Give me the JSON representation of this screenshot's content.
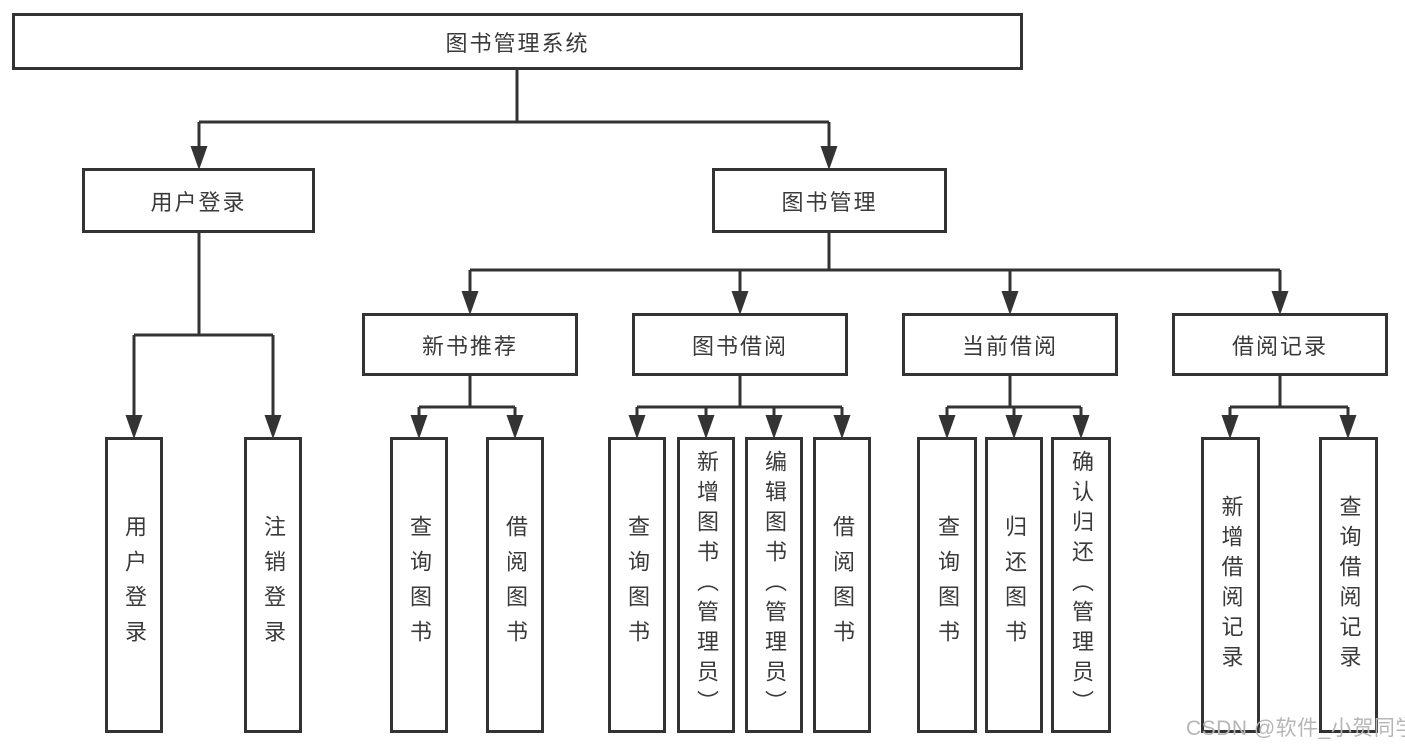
{
  "diagram": {
    "root": {
      "label": "图书管理系统"
    },
    "branches": [
      {
        "label": "用户登录",
        "children": [
          {
            "label": "用户登录"
          },
          {
            "label": "注销登录"
          }
        ]
      },
      {
        "label": "图书管理",
        "children": [
          {
            "label": "新书推荐",
            "children": [
              {
                "label": "查询图书"
              },
              {
                "label": "借阅图书"
              }
            ]
          },
          {
            "label": "图书借阅",
            "children": [
              {
                "label": "查询图书"
              },
              {
                "label": "新增图书（管理员）"
              },
              {
                "label": "编辑图书（管理员）"
              },
              {
                "label": "借阅图书"
              }
            ]
          },
          {
            "label": "当前借阅",
            "children": [
              {
                "label": "查询图书"
              },
              {
                "label": "归还图书"
              },
              {
                "label": "确认归还（管理员）"
              }
            ]
          },
          {
            "label": "借阅记录",
            "children": [
              {
                "label": "新增借阅记录"
              },
              {
                "label": "查询借阅记录"
              }
            ]
          }
        ]
      }
    ]
  },
  "watermark": {
    "text": "CSDN @软件_小贺同学"
  },
  "colors": {
    "line": "#333333",
    "text": "#3a3a3a",
    "watermark": "#b6b6b6",
    "background": "#ffffff"
  }
}
